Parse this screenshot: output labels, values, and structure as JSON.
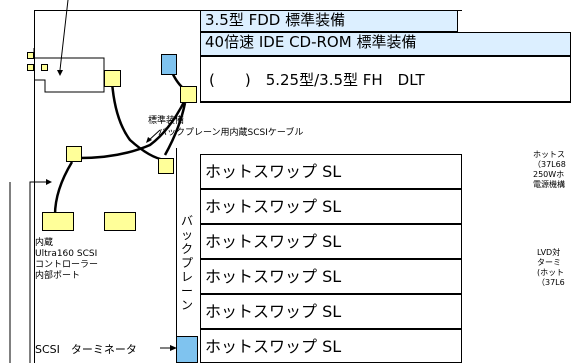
{
  "colors": {
    "header_fill": "#dcefff",
    "yellow": "#ffff99",
    "blue": "#7fc3ef"
  },
  "headers": {
    "fdd": "3.5型 FDD 標準装備",
    "cdrom": "40倍速 IDE CD-ROM 標準装備",
    "bay": "(　　)　5.25型/3.5型 FH　DLT"
  },
  "labels": {
    "standard": "標準装備",
    "backplane_cable": "バックプレーン用内蔵SCSIケーブル",
    "backplane": [
      "バ",
      "ッ",
      "ク",
      "プ",
      "レ",
      "ー",
      "ン"
    ],
    "controller": [
      "内蔵",
      "Ultra160 SCSI",
      "コントローラー",
      "内部ポート"
    ],
    "terminator": "SCSI　ターミネータ"
  },
  "hotswap": [
    "ホットスワップ SL",
    "ホットスワップ SL",
    "ホットスワップ SL",
    "ホットスワップ SL",
    "ホットスワップ SL",
    "ホットスワップ SL"
  ],
  "right_notes": {
    "power": [
      "ホットス",
      "（37L68",
      "250Wホ",
      "電源機構"
    ],
    "lvd": [
      "LVD対",
      "ターミ",
      "(ホット",
      "（37L6"
    ]
  }
}
